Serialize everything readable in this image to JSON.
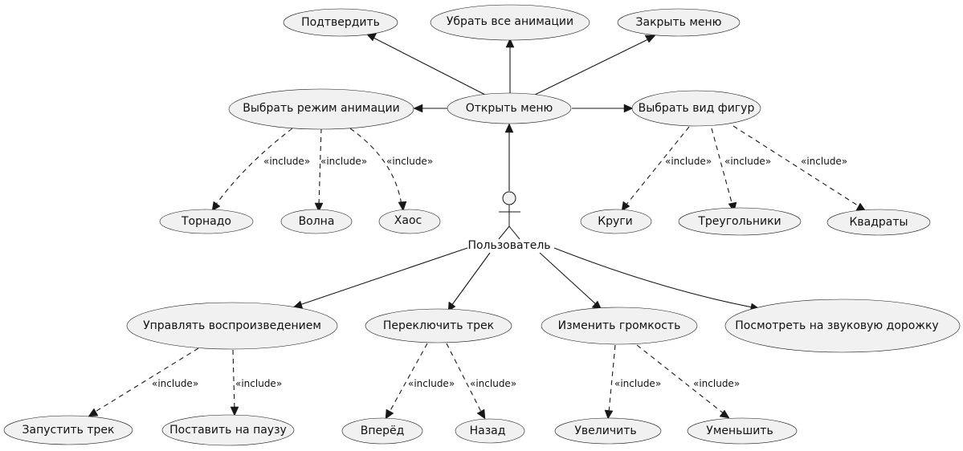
{
  "use_cases": {
    "confirm": "Подтвердить",
    "remove_animations": "Убрать все анимации",
    "close_menu": "Закрыть меню",
    "choose_animation_mode": "Выбрать режим анимации",
    "open_menu": "Открыть меню",
    "choose_shape_type": "Выбрать вид фигур",
    "tornado": "Торнадо",
    "wave": "Волна",
    "chaos": "Хаос",
    "circles": "Круги",
    "triangles": "Треугольники",
    "squares": "Квадраты",
    "control_playback": "Управлять воспроизведением",
    "switch_track": "Переключить трек",
    "change_volume": "Изменить громкость",
    "view_soundtrack": "Посмотреть на звуковую дорожку",
    "start_track": "Запустить трек",
    "pause": "Поставить на паузу",
    "forward": "Вперёд",
    "back": "Назад",
    "increase": "Увеличить",
    "decrease": "Уменьшить"
  },
  "actor": {
    "name": "Пользователь"
  },
  "relations": {
    "include": "«include»"
  }
}
